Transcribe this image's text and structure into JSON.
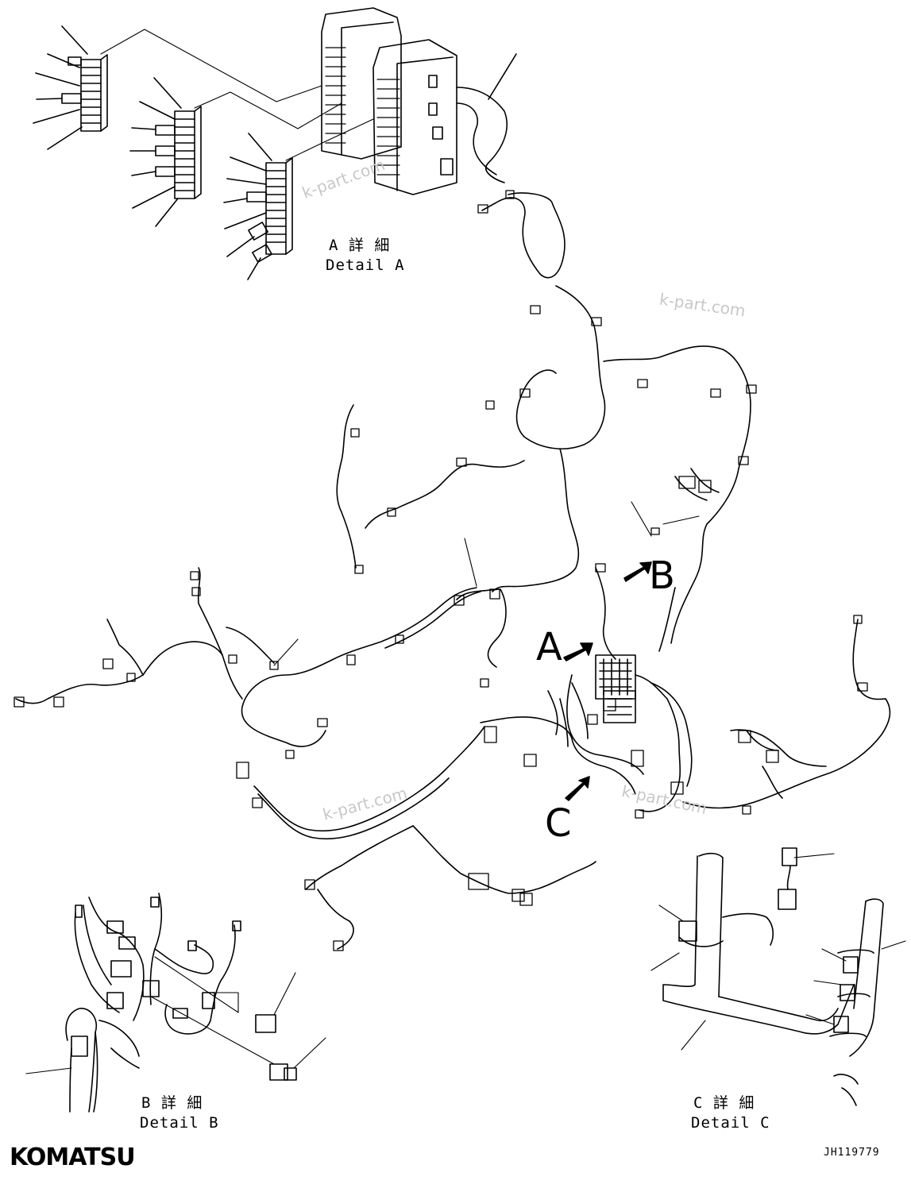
{
  "brand": "KOMATSU",
  "document_id": "JH119779",
  "details": {
    "a": {
      "jp": "A 詳 細",
      "en": "Detail A"
    },
    "b": {
      "jp": "B 詳 細",
      "en": "Detail B"
    },
    "c": {
      "jp": "C 詳 細",
      "en": "Detail C"
    }
  },
  "callouts": {
    "a": "A",
    "b": "B",
    "c": "C"
  },
  "watermark": "k-part.com",
  "colors": {
    "ink": "#000000",
    "paper": "#ffffff",
    "watermark": "#c8c8c8"
  }
}
